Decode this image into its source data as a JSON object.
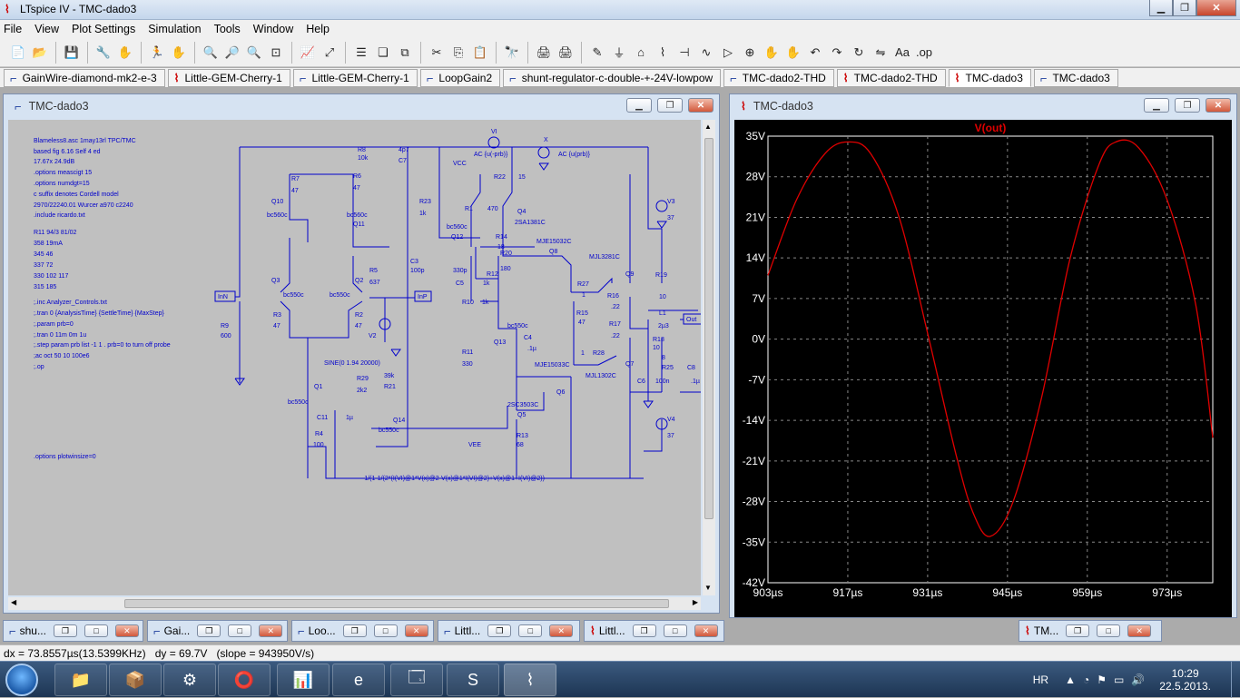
{
  "app": {
    "title": "LTspice IV - TMC-dado3",
    "menu": [
      "File",
      "View",
      "Plot Settings",
      "Simulation",
      "Tools",
      "Window",
      "Help"
    ]
  },
  "tabs": [
    {
      "label": "GainWire-diamond-mk2-e-3",
      "kind": "schematic"
    },
    {
      "label": "Little-GEM-Cherry-1",
      "kind": "plot"
    },
    {
      "label": "Little-GEM-Cherry-1",
      "kind": "schematic"
    },
    {
      "label": "LoopGain2",
      "kind": "schematic"
    },
    {
      "label": "shunt-regulator-c-double-+-24V-lowpow",
      "kind": "schematic"
    },
    {
      "label": "TMC-dado2-THD",
      "kind": "schematic"
    },
    {
      "label": "TMC-dado2-THD",
      "kind": "plot"
    },
    {
      "label": "TMC-dado3",
      "kind": "plot",
      "active": true
    },
    {
      "label": "TMC-dado3",
      "kind": "schematic"
    }
  ],
  "schematic_window": {
    "title": "TMC-dado3",
    "notes": [
      "Blameless8.asc  1may13rl  TPC/TMC",
      "based fig 6.16 Self 4 ed",
      "17.67x 24.9dB",
      ".options meascigt 15",
      ".options numdgt=15",
      "c suffix denotes Cordell model",
      "2970/22240.01 Wurcer a970 c2240",
      ".include ricardo.txt",
      "R11 94/3 81/02",
      "358  19mA",
      "345  46",
      "337  72",
      "330  102  117",
      "315  185",
      ";.inc Analyzer_Controls.txt",
      ";.tran 0 {AnalysisTime} {SettleTime} {MaxStep}",
      ";.param prb=0",
      ";.tran 0 11m 0m 1u",
      ";.step param prb list -1 1 . prb=0 to turn off probe",
      ";ac oct 50 10 100e6",
      ";.op",
      ".options plotwinsize=0"
    ],
    "labels": {
      "r8": "R8",
      "r8v": "10k",
      "c7": "C7",
      "c7v": "4p7",
      "r7": "R7",
      "r7v": "47",
      "r6": "R6",
      "r6v": "47",
      "q10": "Q10",
      "q10m": "bc560c",
      "q11": "Q11",
      "q11m": "bc560c",
      "r23": "R23",
      "r23v": "1k",
      "r1": "R1",
      "r1v": "470",
      "r22": "R22",
      "r22v": "15",
      "q4": "Q4",
      "q4m": "2SA1381C",
      "q12": "Q12",
      "q12m": "bc560c",
      "r14": "R14",
      "r14v": "18",
      "r20": "R20",
      "r20v": "180",
      "q8": "Q8",
      "q8m": "MJE15032C",
      "q9": "Q9",
      "q9m": "MJL3281C",
      "c3": "C3",
      "c3v": "100p",
      "c5": "C5",
      "c5v": "330p",
      "r12": "R12",
      "r12v": "1k",
      "r10": "R10",
      "r10v": "1k",
      "r27": "R27",
      "r27v": "1",
      "r15": "R15",
      "r15v": "47",
      "r16": "R16",
      "r16v": ".22",
      "r17": "R17",
      "r17v": ".22",
      "r19": "R19",
      "r19v": "10",
      "l1": "L1",
      "l1v": "2µ3",
      "r18": "R18",
      "r18v": "10",
      "r25": "R25",
      "r25v": "8",
      "c6": "C6",
      "c6v": "100n",
      "c8": "C8",
      "c8v": ".1µ",
      "q3": "Q3",
      "q3m": "bc550c",
      "q2": "Q2",
      "q2m": "bc550c",
      "r5": "R5",
      "r5v": "637",
      "r3": "R3",
      "r3v": "47",
      "r2": "R2",
      "r2v": "47",
      "r9": "R9",
      "r9v": "600",
      "v2": "V2",
      "v2v": "SINE(0 1.94 20000)",
      "r11": "R11",
      "r11v": "330",
      "c4": "C4",
      "c4v": ".1µ",
      "q13": "Q13",
      "q13m": "bc550c",
      "q6": "Q6",
      "q6m": "MJE15033C",
      "q7": "Q7",
      "q7m": "MJL1302C",
      "r28": "R28",
      "r28v": "1",
      "q1": "Q1",
      "q1m": "bc550c",
      "r29": "R29",
      "r29v": "2k2",
      "r21": "R21",
      "r21v": "39k",
      "c11": "C11",
      "c11v": "1µ",
      "q14": "Q14",
      "q14m": "bc550c",
      "q5": "Q5",
      "q5m": "2SC3503C",
      "r4": "R4",
      "r4v": "100",
      "r13": "R13",
      "r13v": "68",
      "v1": "VI",
      "v1ac": "AC {u(-prb)}",
      "v2ac": "AC {u(prb)}",
      "x": "X",
      "vcc": "VCC",
      "vee": "VEE",
      "v3": "V3",
      "v3v": "37",
      "v4": "V4",
      "v4v": "37",
      "inn": "InN",
      "inp": "InP",
      "out": "Out",
      "formula": "-1/(1-1/(2*(I(VI)@1*V(x)@2-V(x)@1*I(VI)@2)+V(x)@1+I(VI)@2))"
    }
  },
  "plot_window": {
    "title": "TMC-dado3",
    "trace_label": "V(out)",
    "trace_color": "#e00000"
  },
  "chart_data": {
    "type": "line",
    "title": "",
    "series": [
      {
        "name": "V(out)",
        "x": [
          903,
          908,
          913,
          917,
          921,
          926,
          931,
          936,
          939,
          942,
          946,
          951,
          956,
          961,
          964,
          968,
          973,
          978,
          981
        ],
        "values": [
          11,
          24,
          32,
          34,
          32,
          21,
          1,
          -20,
          -30,
          -34,
          -28,
          -10,
          14,
          30,
          34,
          33,
          24,
          6,
          -17
        ]
      }
    ],
    "xlabel": "",
    "ylabel": "",
    "x_ticks": [
      "903µs",
      "917µs",
      "931µs",
      "945µs",
      "959µs",
      "973µs"
    ],
    "y_ticks": [
      "35V",
      "28V",
      "21V",
      "14V",
      "7V",
      "0V",
      "-7V",
      "-14V",
      "-21V",
      "-28V",
      "-35V",
      "-42V"
    ],
    "xlim": [
      903,
      981
    ],
    "ylim": [
      -42,
      35
    ],
    "grid": true
  },
  "mdi_minimized": [
    {
      "label": "shu...",
      "kind": "schematic"
    },
    {
      "label": "Gai...",
      "kind": "schematic"
    },
    {
      "label": "Loo...",
      "kind": "schematic"
    },
    {
      "label": "Littl...",
      "kind": "schematic"
    },
    {
      "label": "Littl...",
      "kind": "plot"
    },
    {
      "label": "TM...",
      "kind": "plot"
    }
  ],
  "status": {
    "dx": "dx = 73.8557µs(13.5399KHz)",
    "dy": "dy = 69.7V",
    "slope": "(slope = 943950V/s)"
  },
  "tray": {
    "lang": "HR",
    "time": "10:29",
    "date": "22.5.2013."
  }
}
